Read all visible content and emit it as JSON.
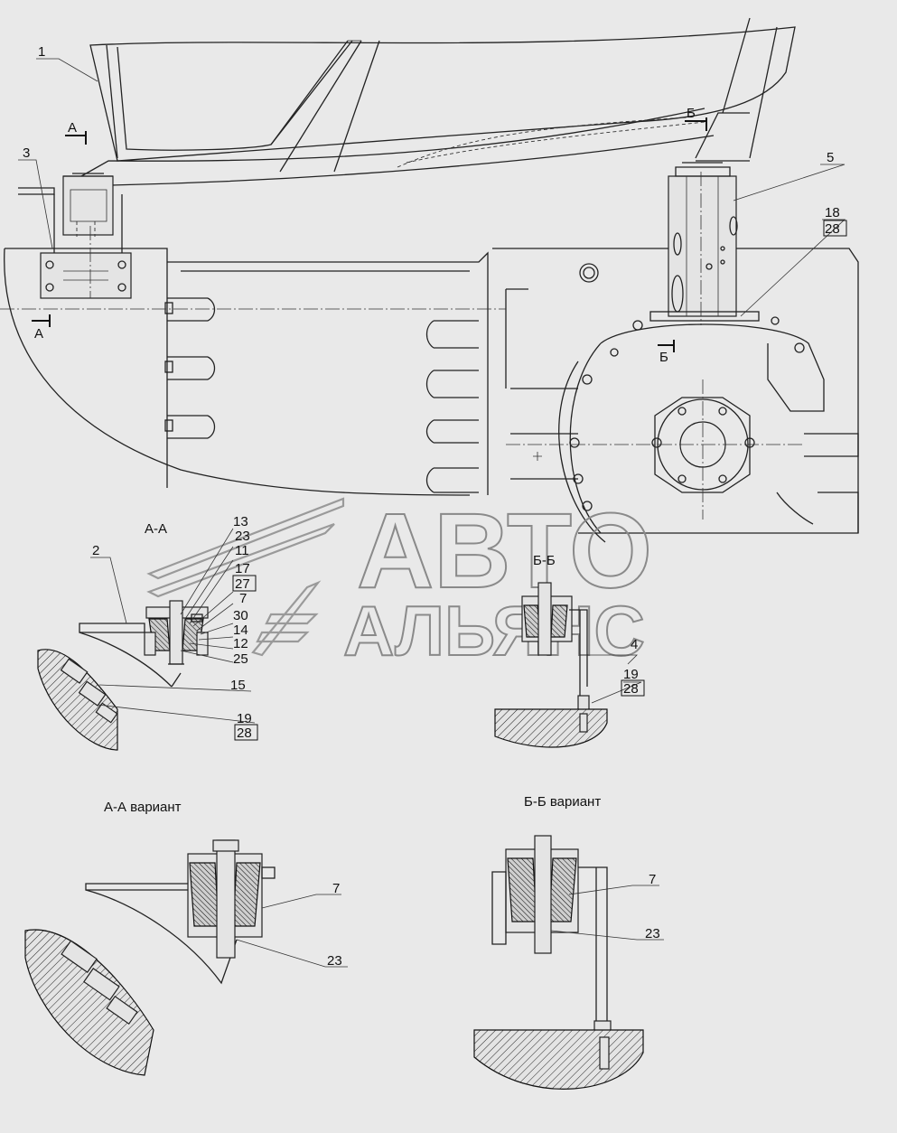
{
  "watermark": {
    "line1": "АВТО",
    "line2": "АЛЬЯНС"
  },
  "section_titles": {
    "aa": "А-А",
    "bb": "Б-Б",
    "aa_variant": "А-А вариант",
    "bb_variant": "Б-Б вариант"
  },
  "section_markers": {
    "a_top": "А",
    "a_bottom": "А",
    "b_top": "Б",
    "b_bottom": "Б"
  },
  "callouts_main": [
    "1",
    "3",
    "5",
    "18",
    "28"
  ],
  "callouts_aa": [
    "13",
    "23",
    "11",
    "17",
    "27",
    "7",
    "30",
    "14",
    "12",
    "25",
    "2",
    "15",
    "19",
    "28"
  ],
  "callouts_bb": [
    "4",
    "19",
    "28"
  ],
  "callouts_aa_variant": [
    "7",
    "23"
  ],
  "callouts_bb_variant": [
    "7",
    "23"
  ],
  "colors": {
    "background": "#e9e9e9",
    "line": "#222222",
    "watermark": "#8a8a8a"
  }
}
